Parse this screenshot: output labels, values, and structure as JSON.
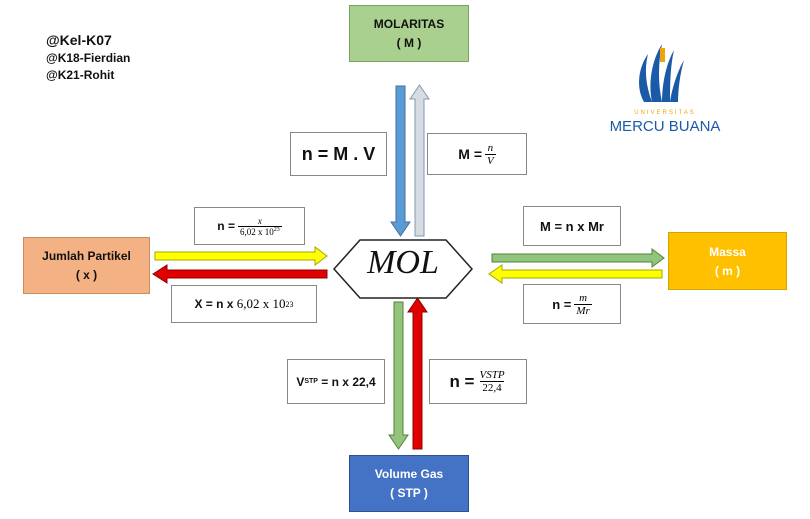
{
  "credits": {
    "main": "@Kel-K07",
    "line2": "@K18-Fierdian",
    "line3": "@K21-Rohit"
  },
  "logo": {
    "top_text": "UNIVERSITAS",
    "name": "MERCU BUANA",
    "colors": {
      "primary": "#1b5aa6",
      "accent": "#f0a30a"
    }
  },
  "nodes": {
    "top": {
      "title": "MOLARITAS",
      "sub": "( M )",
      "color": "#a9d08e"
    },
    "left": {
      "title": "Jumlah Partikel",
      "sub": "( x )",
      "color": "#f4b183"
    },
    "right": {
      "title": "Massa",
      "sub": "( m )",
      "color": "#ffc000"
    },
    "bottom": {
      "title": "Volume Gas",
      "sub": "( STP )",
      "color": "#4472c4"
    },
    "center": {
      "label": "MOL"
    }
  },
  "formulas": {
    "top_left": "n = M . V",
    "top_right": {
      "prefix": "M =",
      "num": "n",
      "den": "V"
    },
    "left_top": {
      "prefix": "n =",
      "num": "x",
      "den": "6,02 x 10",
      "den_exp": "23"
    },
    "left_bottom": {
      "prefix": "X = n x ",
      "value": "6,02 x 10",
      "exp": "23"
    },
    "right_top": "M = n x Mr",
    "right_bottom": {
      "prefix": "n =",
      "num": "m",
      "den": "Mr"
    },
    "bottom_left": {
      "v": "V",
      "sub": "STP",
      "rest": " = n x 22,4"
    },
    "bottom_right": {
      "prefix": "n =",
      "num": "VSTP",
      "den": "22,4"
    }
  },
  "arrow_colors": {
    "blue": "#5b9bd5",
    "light": "#d6dce4",
    "yellow": "#ffff00",
    "red": "#e00000",
    "green": "#92c47d"
  }
}
